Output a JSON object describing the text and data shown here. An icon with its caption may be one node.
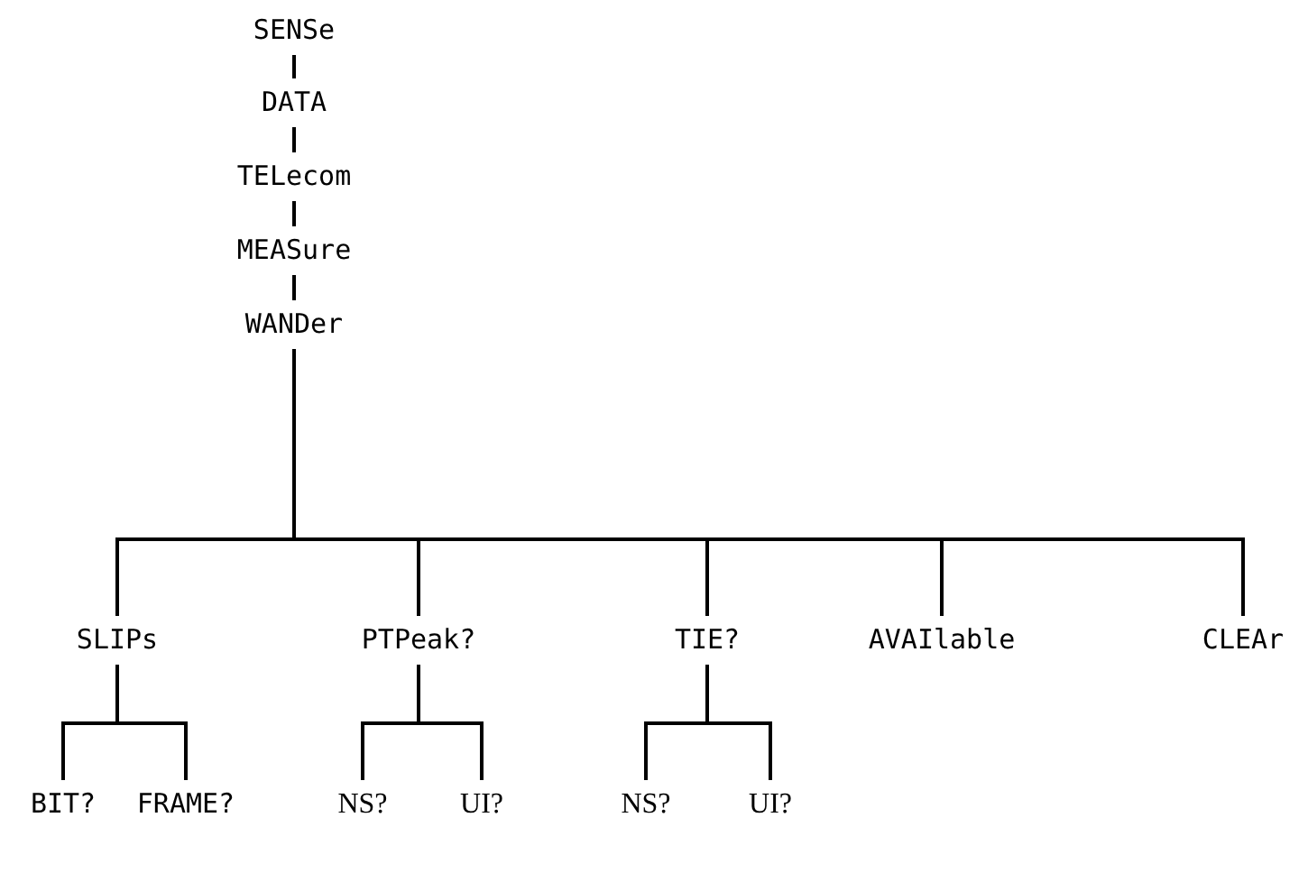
{
  "diagram": {
    "nodes": [
      {
        "text": [
          "SENSe"
        ]
      },
      {
        "text": [
          "DATA"
        ]
      },
      {
        "text": [
          "TELecom"
        ]
      },
      {
        "text": [
          "MEASure"
        ]
      },
      {
        "text": [
          "WANDer"
        ]
      },
      {
        "text": [
          "SLIPs"
        ]
      },
      {
        "text": [
          "PTPeak?"
        ]
      },
      {
        "text": [
          "TIE?"
        ]
      },
      {
        "text": [
          "AVAIlable"
        ]
      },
      {
        "text": [
          "CLEAr"
        ]
      },
      {
        "text": [
          "BIT?"
        ]
      },
      {
        "text": [
          "FRAME?"
        ]
      },
      {
        "text": [
          "NS?"
        ]
      },
      {
        "text": [
          "UI?"
        ]
      },
      {
        "text": [
          "NS?"
        ]
      },
      {
        "text": [
          "UI?"
        ]
      }
    ],
    "edges": [
      {
        "from": 0,
        "to": 1,
        "arrow": "none"
      },
      {
        "from": 1,
        "to": 2,
        "arrow": "none"
      },
      {
        "from": 2,
        "to": 3,
        "arrow": "none"
      },
      {
        "from": 3,
        "to": 4,
        "arrow": "none"
      },
      {
        "from": 4,
        "to": 5,
        "arrow": "none"
      },
      {
        "from": 4,
        "to": 6,
        "arrow": "none"
      },
      {
        "from": 4,
        "to": 7,
        "arrow": "none"
      },
      {
        "from": 4,
        "to": 8,
        "arrow": "none"
      },
      {
        "from": 4,
        "to": 9,
        "arrow": "none"
      },
      {
        "from": 5,
        "to": 10,
        "arrow": "none"
      },
      {
        "from": 5,
        "to": 11,
        "arrow": "none"
      },
      {
        "from": 6,
        "to": 12,
        "arrow": "none"
      },
      {
        "from": 6,
        "to": 13,
        "arrow": "none"
      },
      {
        "from": 7,
        "to": 14,
        "arrow": "none"
      },
      {
        "from": 7,
        "to": 15,
        "arrow": "none"
      }
    ]
  }
}
